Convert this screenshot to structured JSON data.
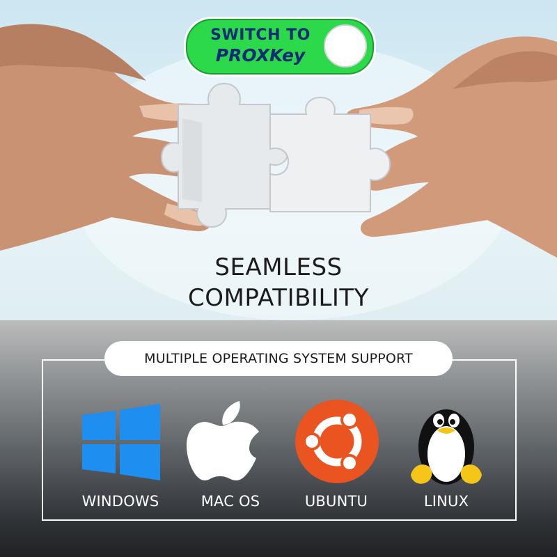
{
  "badge": {
    "line1": "SWITCH TO",
    "line2": "PROXKey"
  },
  "hero": {
    "title_line1": "SEAMLESS",
    "title_line2": "COMPATIBILITY"
  },
  "support": {
    "label": "MULTIPLE OPERATING SYSTEM SUPPORT",
    "systems": [
      {
        "name": "WINDOWS",
        "icon": "windows-logo-icon"
      },
      {
        "name": "MAC OS",
        "icon": "apple-logo-icon"
      },
      {
        "name": "UBUNTU",
        "icon": "ubuntu-logo-icon"
      },
      {
        "name": "LINUX",
        "icon": "linux-penguin-icon"
      }
    ]
  },
  "colors": {
    "badge_green": "#2bd94a",
    "badge_text": "#0e2c74",
    "windows_blue": "#1e8ef0",
    "ubuntu_orange": "#e95420",
    "tux_yellow": "#f5c518"
  }
}
